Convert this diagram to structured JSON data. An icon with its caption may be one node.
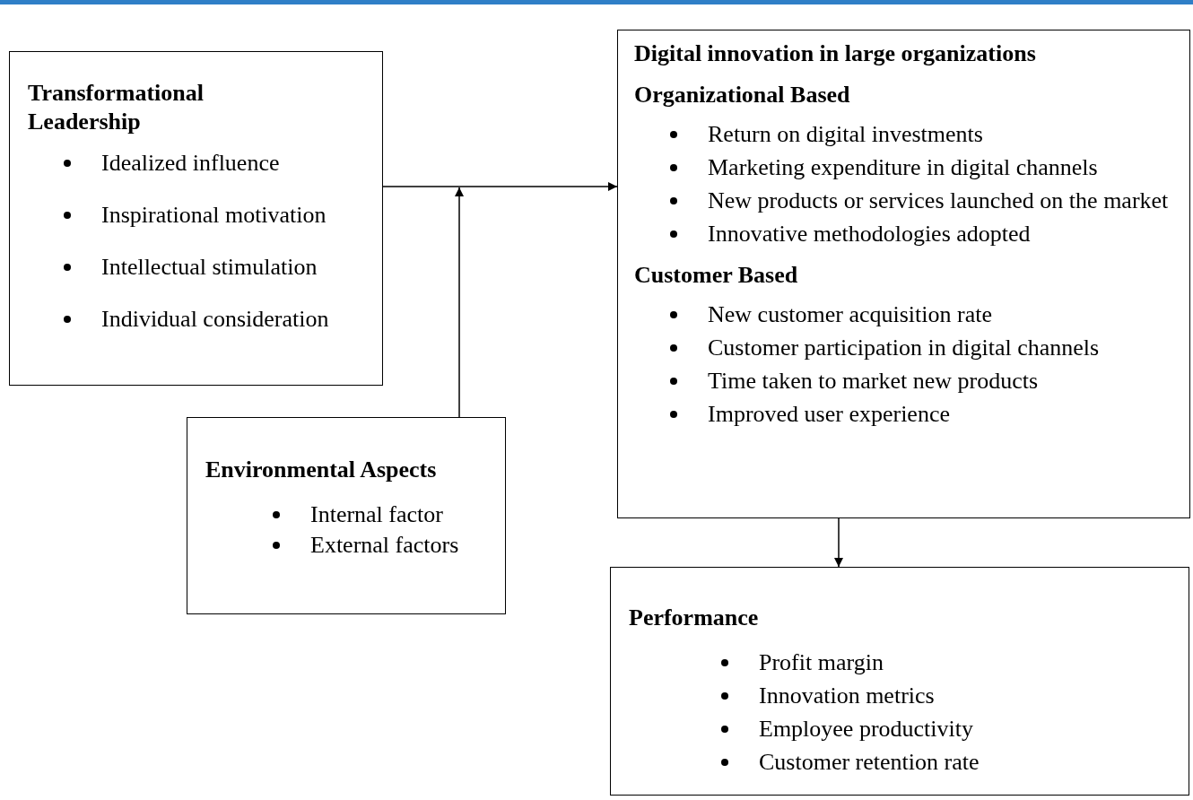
{
  "diagram": {
    "nodes": [
      {
        "text": [
          "Transformational Leadership",
          "Idealized influence",
          "Inspirational motivation",
          "Intellectual stimulation",
          "Individual consideration"
        ]
      },
      {
        "text": [
          "Digital innovation in large organizations",
          "Organizational Based",
          "Return on digital investments",
          "Marketing expenditure in digital channels",
          "New products or services launched on the market",
          "Innovative methodologies adopted",
          "Customer Based",
          "New customer acquisition rate",
          "Customer participation in digital channels",
          "Time taken to market new products",
          "Improved user experience"
        ]
      },
      {
        "text": [
          "Environmental Aspects",
          "Internal factor",
          "External factors"
        ]
      },
      {
        "text": [
          "Performance",
          "Profit margin",
          "Innovation metrics",
          "Employee productivity",
          "Customer retention rate"
        ]
      }
    ],
    "edges": [
      {
        "from": 0,
        "to": 1,
        "arrow": "to"
      },
      {
        "from": 2,
        "to": null,
        "arrow": "to"
      },
      {
        "from": 1,
        "to": 3,
        "arrow": "to"
      }
    ]
  }
}
